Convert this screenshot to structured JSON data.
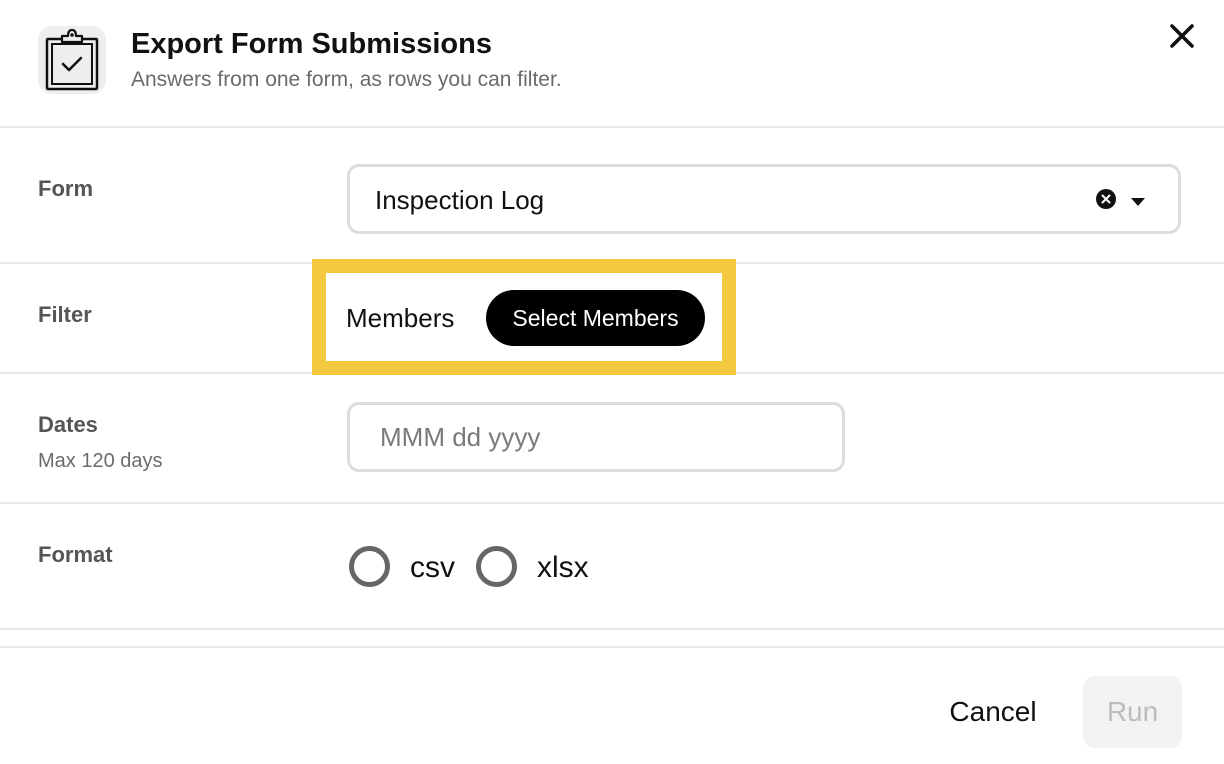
{
  "dialog": {
    "title": "Export Form Submissions",
    "subtitle": "Answers from one form, as rows you can filter."
  },
  "form_row": {
    "label": "Form",
    "selected_value": "Inspection Log"
  },
  "filter_row": {
    "label": "Filter",
    "members_label": "Members",
    "select_members_button": "Select Members",
    "highlight_color": "#f5c842"
  },
  "dates_row": {
    "label": "Dates",
    "sublabel": "Max 120 days",
    "placeholder": "MMM dd yyyy",
    "value": ""
  },
  "format_row": {
    "label": "Format",
    "options": [
      {
        "label": "csv",
        "selected": false
      },
      {
        "label": "xlsx",
        "selected": false
      }
    ]
  },
  "footer": {
    "cancel_label": "Cancel",
    "run_label": "Run",
    "run_disabled": true
  },
  "icons": {
    "header": "clipboard-check-icon",
    "close": "close-icon",
    "clear": "clear-circle-icon",
    "dropdown": "caret-down-icon"
  },
  "colors": {
    "primary_button_bg": "#000000",
    "disabled_button_bg": "#f2f2f2",
    "disabled_button_text": "#bcbcbc",
    "divider": "#e9e9e9"
  }
}
